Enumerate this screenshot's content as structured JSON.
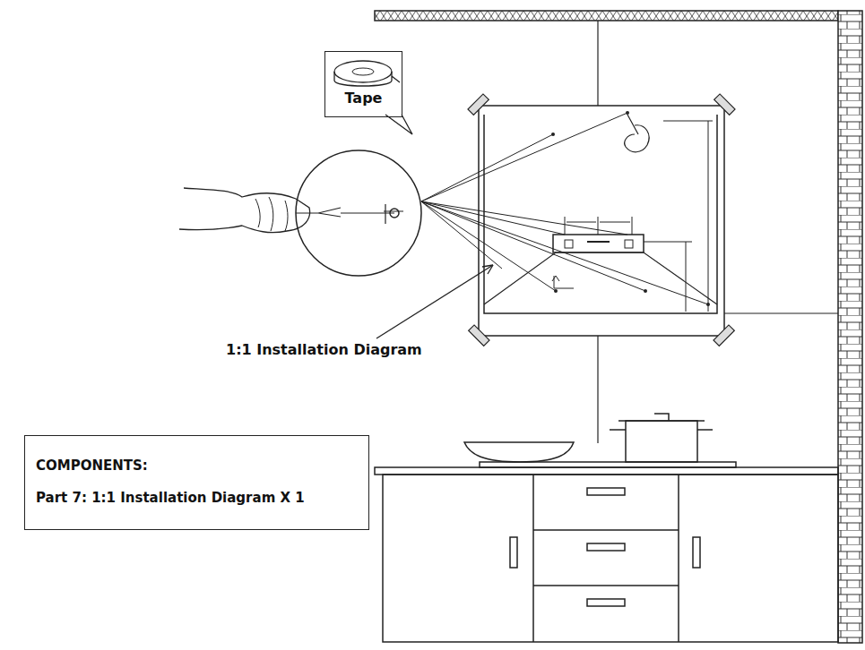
{
  "diagram": {
    "nodes": [
      {
        "text": [
          "Tape"
        ]
      },
      {
        "text": [
          "COMPONENTS:",
          "Part 7: 1:1 Installation Diagram X 1"
        ]
      }
    ],
    "labels": [
      "1:1 Installation Diagram"
    ]
  }
}
